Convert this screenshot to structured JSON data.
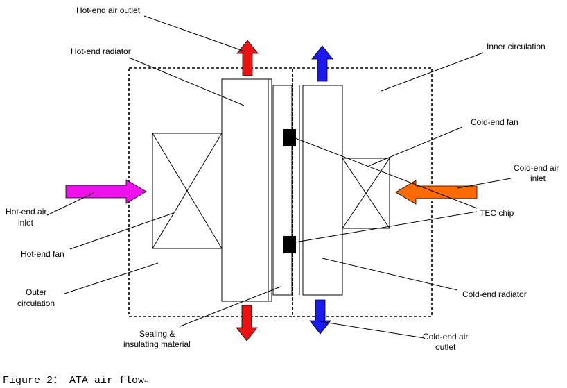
{
  "labels": {
    "hot_outlet": "Hot-end air outlet",
    "hot_radiator": "Hot-end radiator",
    "inner_circulation": "Inner circulation",
    "cold_fan": "Cold-end fan",
    "cold_inlet_1": "Cold-end air",
    "cold_inlet_2": "inlet",
    "tec_chip": "TEC chip",
    "hot_inlet_1": "Hot-end air",
    "hot_inlet_2": "inlet",
    "hot_fan": "Hot-end fan",
    "outer_1": "Outer",
    "outer_2": "circulation",
    "cold_radiator": "Cold-end radiator",
    "sealing_1": "Sealing &",
    "sealing_2": "insulating material",
    "cold_outlet_1": "Cold-end air",
    "cold_outlet_2": "outlet"
  },
  "caption": {
    "text": "Figure 2： ATA air flow",
    "mark": "↵"
  },
  "colors": {
    "hot_arrow": "#ee1111",
    "cold_arrow": "#1a1af0",
    "hot_inlet_arrow": "#ee11ee",
    "cold_inlet_arrow": "#ff6a00",
    "tec_chip": "#000000"
  }
}
